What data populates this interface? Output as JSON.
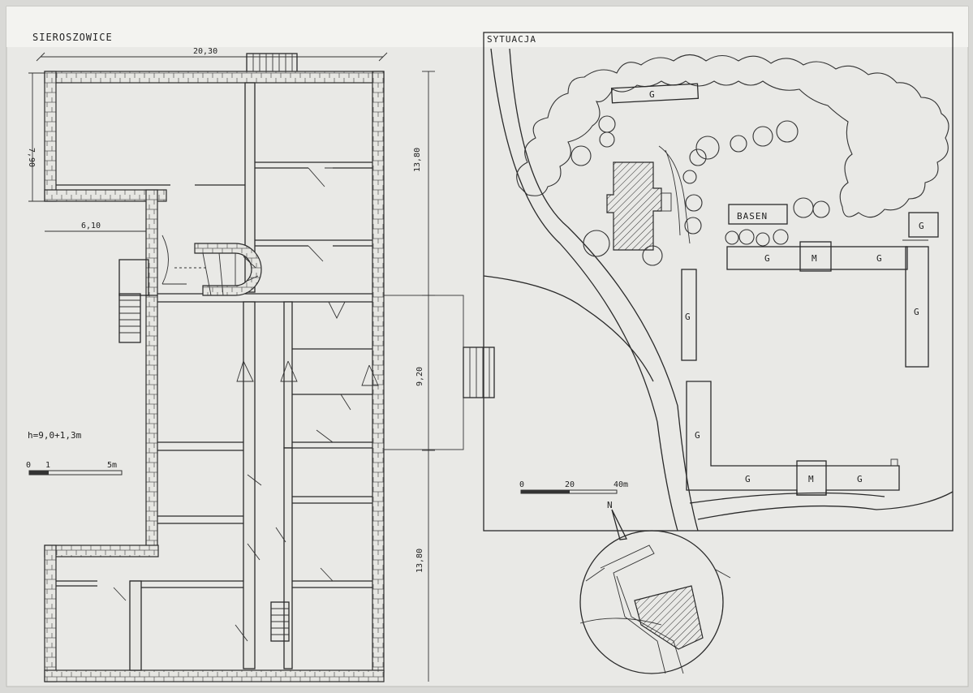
{
  "plan": {
    "title": "SIEROSZOWICE",
    "dim_width": "20,30",
    "dim_left_height": "7,90",
    "dim_wing": "6,10",
    "dim_right_upper": "13,80",
    "dim_right_middle": "9,20",
    "dim_right_lower": "13,80",
    "height_note": "h=9,0+1,3m",
    "scale": {
      "zero": "0",
      "one": "1",
      "five": "5m"
    }
  },
  "site": {
    "title": "SYTUACJA",
    "basin_label": "BASEN",
    "garage_label": "G",
    "m_label": "M",
    "scale": {
      "zero": "0",
      "twenty": "20",
      "forty": "40m"
    },
    "north_label": "N"
  }
}
